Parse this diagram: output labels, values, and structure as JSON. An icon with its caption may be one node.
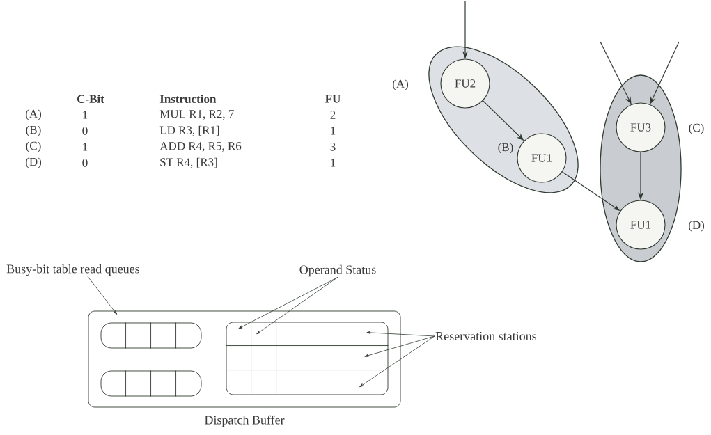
{
  "diagram": {
    "nodes": [
      {
        "text": [],
        "shape": "ellipse"
      },
      {
        "text": [
          "FU2"
        ],
        "in": 0,
        "beside": [
          "(A)"
        ]
      },
      {
        "text": [
          "FU1"
        ],
        "in": 0,
        "beside": [
          "(B)"
        ]
      },
      {
        "text": [],
        "shape": "ellipse"
      },
      {
        "text": [
          "FU3"
        ],
        "in": 3,
        "beside": [
          "(C)"
        ]
      },
      {
        "text": [
          "FU1"
        ],
        "in": 3,
        "beside": [
          "(D)"
        ]
      },
      {
        "text": [
          "Dispatch Buffer"
        ]
      },
      {
        "text": [],
        "shape": "bar",
        "in": 6
      },
      {
        "text": [],
        "shape": "bar",
        "in": 6
      },
      {
        "text": [],
        "shape": "box",
        "in": 6
      },
      {
        "text": [
          "Busy-bit table read queues"
        ]
      },
      {
        "text": [
          "Operand Status"
        ]
      },
      {
        "text": [
          "Reservation stations"
        ]
      }
    ],
    "edges": [
      {
        "from": null,
        "to": 1,
        "arrow": "to"
      },
      {
        "from": 1,
        "to": 2,
        "arrow": "to"
      },
      {
        "from": 2,
        "to": 5,
        "arrow": "to"
      },
      {
        "from": null,
        "to": 4,
        "arrow": "to"
      },
      {
        "from": null,
        "to": 4,
        "arrow": "to"
      },
      {
        "from": 4,
        "to": 5,
        "arrow": "to"
      },
      {
        "from": 10,
        "to": 6,
        "arrow": "to"
      },
      {
        "from": 11,
        "to": 9,
        "arrow": "to"
      },
      {
        "from": 11,
        "to": 9,
        "arrow": "to"
      },
      {
        "from": 12,
        "to": 9,
        "arrow": "to"
      },
      {
        "from": 12,
        "to": 9,
        "arrow": "to"
      },
      {
        "from": 12,
        "to": 9,
        "arrow": "to"
      }
    ],
    "labels": [
      "C-Bit",
      "Instruction",
      "FU",
      "(A)",
      "1",
      "MUL R1, R2, 7",
      "2",
      "(B)",
      "0",
      "LD R3, [R1]",
      "1",
      "(C)",
      "1",
      "ADD R4, R5, R6",
      "3",
      "(D)",
      "0",
      "ST R4, [R3]",
      "1"
    ]
  }
}
